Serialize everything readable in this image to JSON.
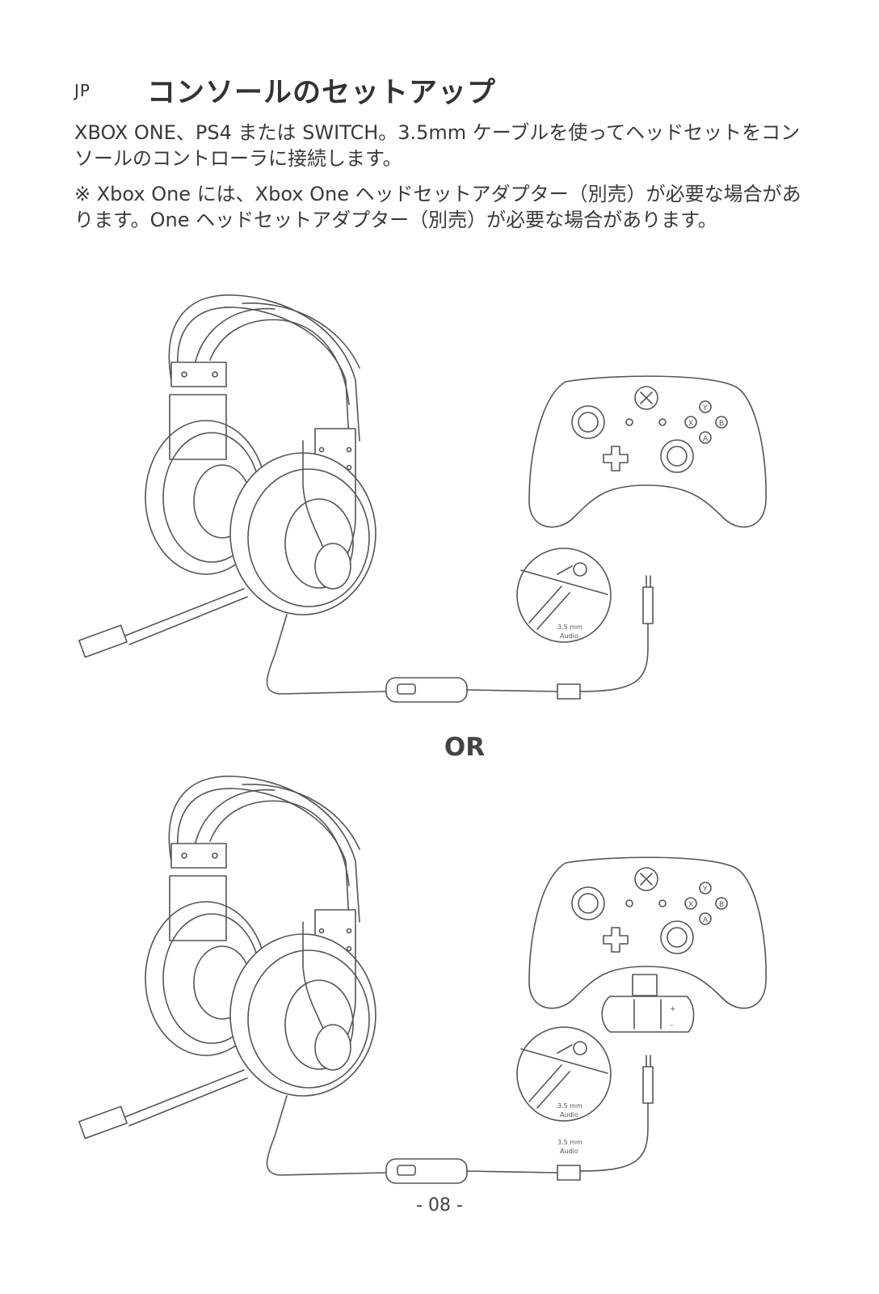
{
  "header": {
    "lang_code": "JP",
    "title": "コンソールのセットアップ"
  },
  "paragraphs": {
    "p1": "XBOX ONE、PS4 または SWITCH。3.5mm ケーブルを使ってヘッドセットをコンソールのコントローラに接続します。",
    "p2": "※ Xbox One には、Xbox One ヘッドセットアダプター（別売）が必要な場合があります。One ヘッドセットアダプター（別売）が必要な場合があります。"
  },
  "diagram": {
    "separator": "OR",
    "jack_label_line1": "3.5 mm",
    "jack_label_line2": "Audio",
    "button_y": "Y",
    "button_b": "B",
    "button_x": "X",
    "button_a": "A",
    "adapter_plus": "+",
    "adapter_minus": "–"
  },
  "footer": {
    "page_number": "- 08 -"
  }
}
